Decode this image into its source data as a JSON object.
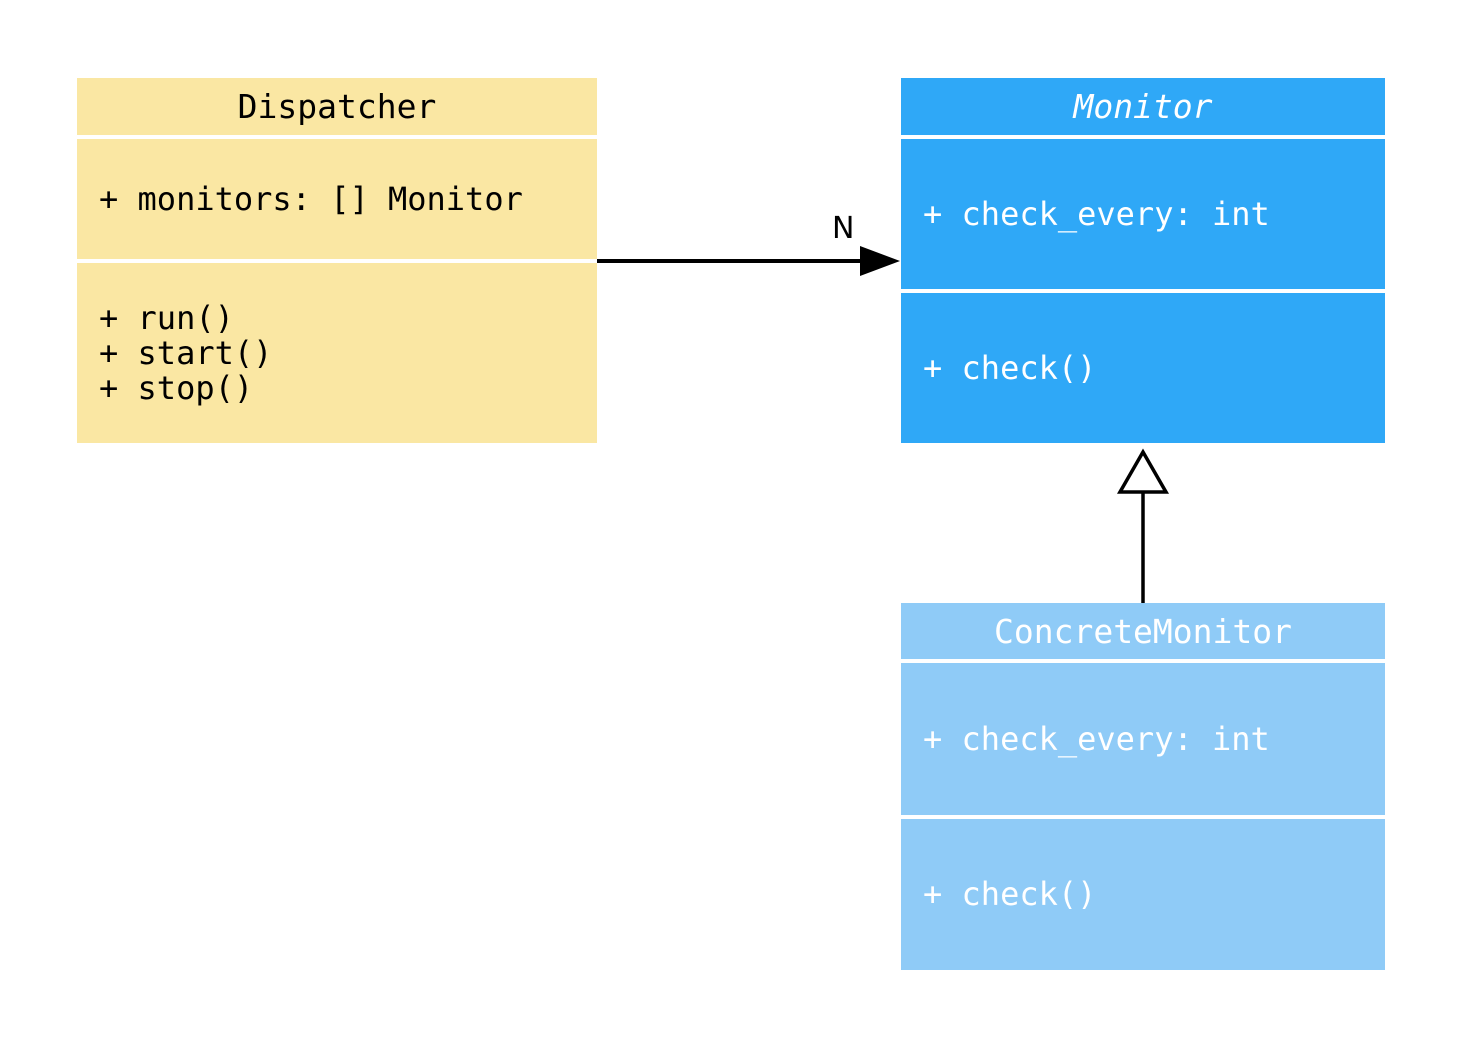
{
  "classes": {
    "dispatcher": {
      "title": "Dispatcher",
      "attributes": [
        "+ monitors: [] Monitor"
      ],
      "methods": [
        "+ run()",
        "+ start()",
        "+ stop()"
      ]
    },
    "monitor": {
      "title": "Monitor",
      "attributes": [
        "+ check_every: int"
      ],
      "methods": [
        "+ check()"
      ]
    },
    "concrete_monitor": {
      "title": "ConcreteMonitor",
      "attributes": [
        "+ check_every: int"
      ],
      "methods": [
        "+ check()"
      ]
    }
  },
  "relations": {
    "association_label": "N"
  },
  "colors": {
    "dispatcher_fill": "#FAE7A3",
    "monitor_fill": "#2FA8F7",
    "concrete_monitor_fill": "#8FCBF7",
    "arrow": "#000000",
    "background": "#FFFFFF"
  }
}
